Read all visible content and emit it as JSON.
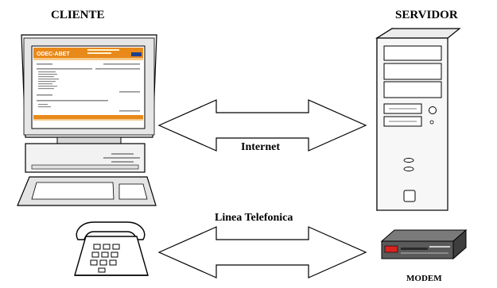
{
  "labels": {
    "client": "CLIENTE",
    "server": "SERVIDOR",
    "internet": "Internet",
    "phone_line": "Linea Telefonica",
    "modem": "MODEM"
  },
  "screen": {
    "logo": "ODEC-ABET"
  },
  "icons": {
    "computer": "desktop-computer-icon",
    "server": "tower-server-icon",
    "telephone": "telephone-icon",
    "modem": "modem-icon"
  },
  "colors": {
    "screen_orange": "#e8891a",
    "modem_red": "#d9231e",
    "outline": "#000000"
  }
}
